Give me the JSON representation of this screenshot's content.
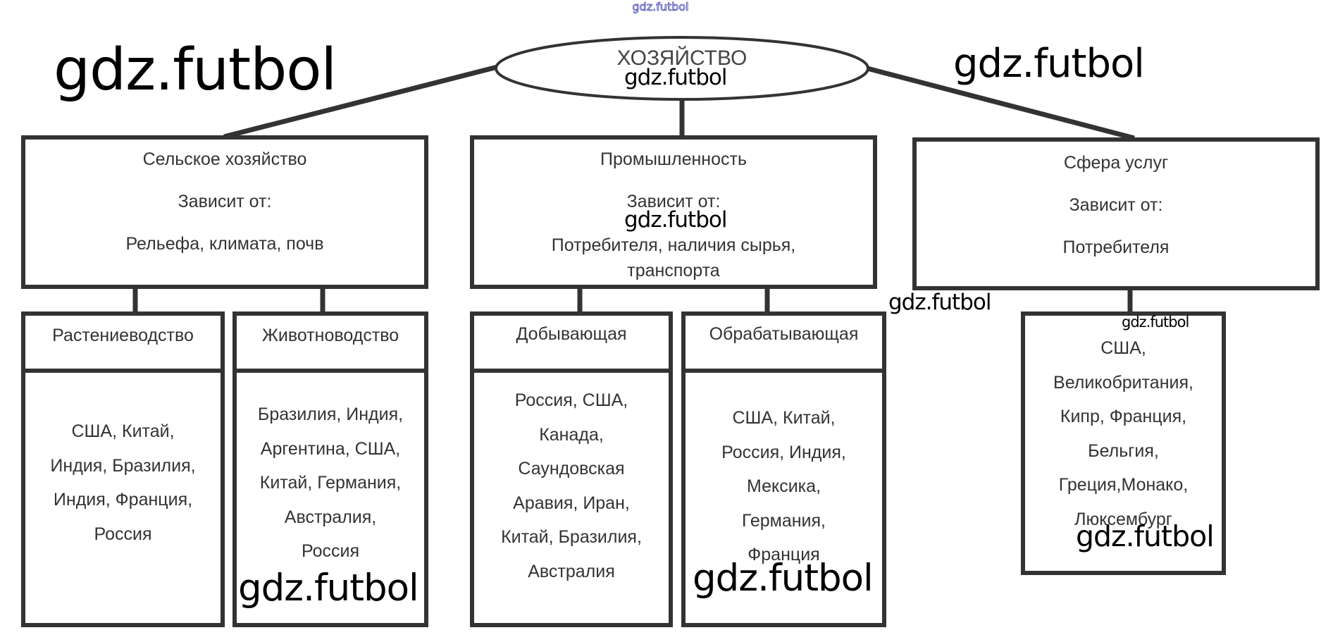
{
  "watermark": "gdz.futbol",
  "root": {
    "title": "ХОЗЯЙСТВО"
  },
  "sectors": [
    {
      "title": "Сельское хозяйство",
      "depends_label": "Зависит от:",
      "depends_value": [
        "Рельефа, климата, почв"
      ],
      "branches": [
        {
          "title": "Растениеводство",
          "countries": [
            "США, Китай,",
            "Индия, Бразилия,",
            "Индия, Франция,",
            "Россия"
          ]
        },
        {
          "title": "Животноводство",
          "countries": [
            "Бразилия, Индия,",
            "Аргентина, США,",
            "Китай, Германия,",
            "Австралия,",
            "Россия"
          ]
        }
      ]
    },
    {
      "title": "Промышленность",
      "depends_label": "Зависит от:",
      "depends_value": [
        "Потребителя, наличия сырья,",
        "транспорта"
      ],
      "branches": [
        {
          "title": "Добывающая",
          "countries": [
            "Россия, США,",
            "Канада,",
            "Саундовская",
            "Аравия, Иран,",
            "Китай, Бразилия,",
            "Австралия"
          ]
        },
        {
          "title": "Обрабатывающая",
          "countries": [
            "США, Китай,",
            "Россия, Индия,",
            "Мексика,",
            "Германия,",
            "Франция"
          ]
        }
      ]
    },
    {
      "title": "Сфера услуг",
      "depends_label": "Зависит от:",
      "depends_value": [
        "Потребителя"
      ],
      "countries": [
        "США,",
        "Великобритания,",
        "Кипр, Франция,",
        "Бельгия,",
        "Греция,Монако,",
        "Люксембург"
      ]
    }
  ],
  "colors": {
    "stroke": "#333333",
    "text": "#333333",
    "watermark_top": "#3b3bb3"
  }
}
